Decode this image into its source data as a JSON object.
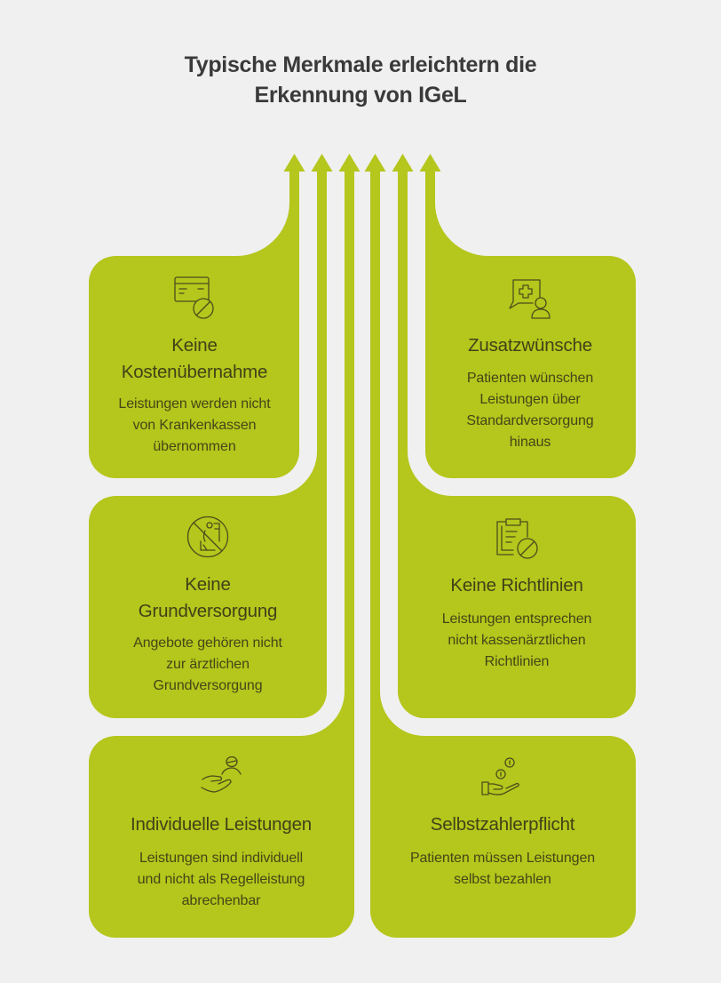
{
  "title": {
    "lines": [
      "Typische Merkmale erleichtern die",
      "Erkennung von IGeL"
    ]
  },
  "colors": {
    "background": "#f0f0f0",
    "accent_green": "#b5c61c",
    "text_dark": "#3f4218",
    "title_text": "#3a3a3a"
  },
  "arrows": {
    "count": 6,
    "direction": "up"
  },
  "cards": [
    {
      "id": "keine-kostenuebernahme",
      "icon": "credit-card-blocked-icon",
      "title_lines": [
        "Keine",
        "Kostenübernahme"
      ],
      "desc_lines": [
        "Leistungen werden nicht",
        "von Krankenkassen",
        "übernommen"
      ]
    },
    {
      "id": "zusatzwuensche",
      "icon": "medical-chat-patient-icon",
      "title_lines": [
        "Zusatzwünsche"
      ],
      "desc_lines": [
        "Patienten wünschen",
        "Leistungen über",
        "Standardversorgung",
        "hinaus"
      ]
    },
    {
      "id": "keine-grundversorgung",
      "icon": "no-basic-care-icon",
      "title_lines": [
        "Keine",
        "Grundversorgung"
      ],
      "desc_lines": [
        "Angebote gehören nicht",
        "zur ärztlichen",
        "Grundversorgung"
      ]
    },
    {
      "id": "keine-richtlinien",
      "icon": "clipboard-blocked-icon",
      "title_lines": [
        "Keine Richtlinien"
      ],
      "desc_lines": [
        "Leistungen entsprechen",
        "nicht kassenärztlichen",
        "Richtlinien"
      ]
    },
    {
      "id": "individuelle-leistungen",
      "icon": "hand-with-person-icon",
      "title_lines": [
        "Individuelle Leistungen"
      ],
      "desc_lines": [
        "Leistungen sind individuell",
        "und nicht als Regelleistung",
        "abrechenbar"
      ]
    },
    {
      "id": "selbstzahlerpflicht",
      "icon": "hand-with-coins-icon",
      "title_lines": [
        "Selbstzahlerpflicht"
      ],
      "desc_lines": [
        "Patienten müssen Leistungen",
        "selbst bezahlen"
      ]
    }
  ]
}
